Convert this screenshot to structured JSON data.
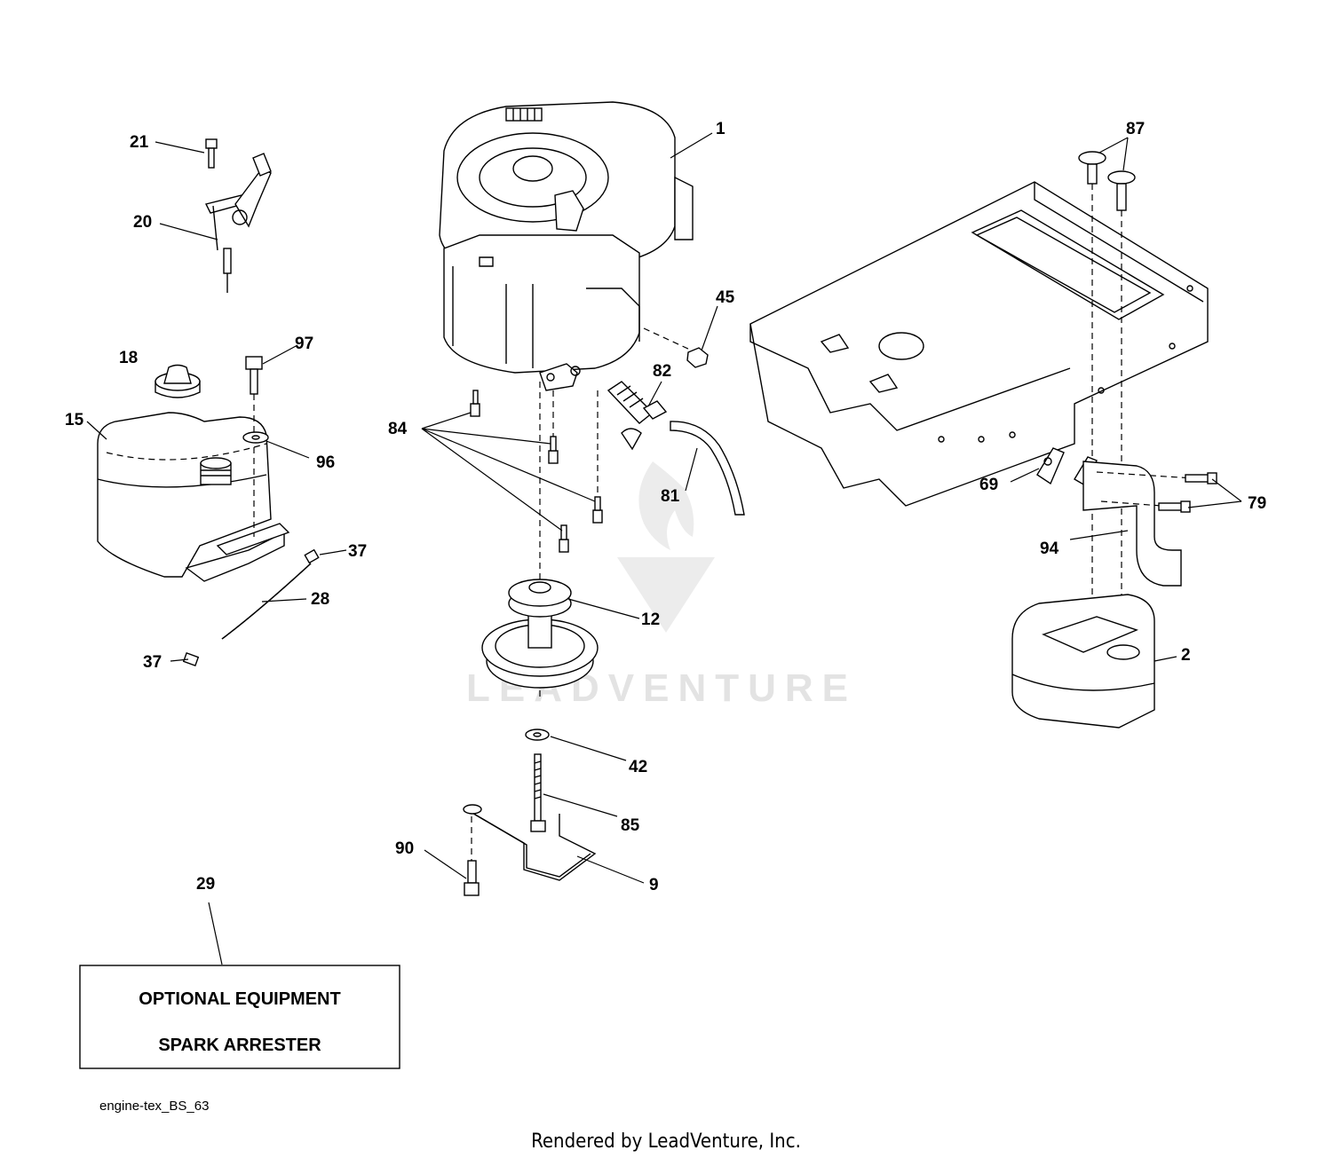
{
  "labels": {
    "l1": "1",
    "l2": "2",
    "l9": "9",
    "l12": "12",
    "l15": "15",
    "l18": "18",
    "l20": "20",
    "l21": "21",
    "l28": "28",
    "l29": "29",
    "l37a": "37",
    "l37b": "37",
    "l42": "42",
    "l45": "45",
    "l69": "69",
    "l79": "79",
    "l81": "81",
    "l82": "82",
    "l84": "84",
    "l85": "85",
    "l87": "87",
    "l90": "90",
    "l94": "94",
    "l96": "96",
    "l97": "97"
  },
  "optional_box": {
    "line1": "OPTIONAL EQUIPMENT",
    "line2": "SPARK ARRESTER"
  },
  "figure_code": "engine-tex_BS_63",
  "credit": "Rendered by LeadVenture, Inc.",
  "watermark": "LEADVENTURE"
}
